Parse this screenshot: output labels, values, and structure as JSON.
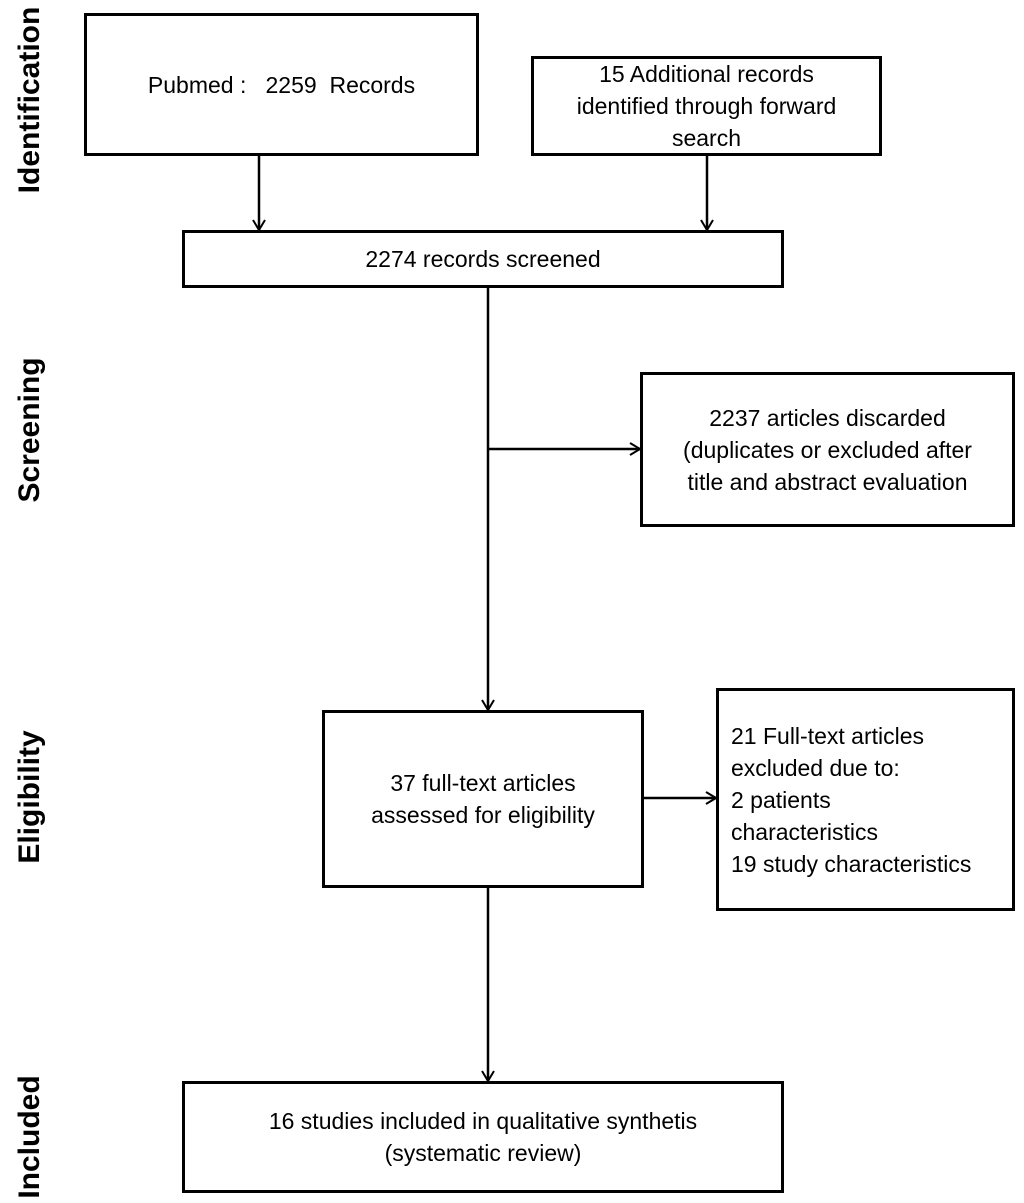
{
  "stages": {
    "identification": "Identification",
    "screening": "Screening",
    "eligibility": "Eligibility",
    "included": "Included"
  },
  "boxes": {
    "pubmed": {
      "text": "Pubmed :   2259  Records"
    },
    "additional": {
      "lines": [
        "15 Additional records",
        "identified through forward",
        "search"
      ]
    },
    "screened": {
      "text": "2274 records screened"
    },
    "discarded": {
      "lines": [
        "2237 articles discarded",
        "(duplicates or excluded after",
        "title and abstract evaluation"
      ]
    },
    "fulltext": {
      "lines": [
        "37 full-text articles",
        "assessed for eligibility"
      ]
    },
    "excluded": {
      "lines": [
        "21 Full-text articles",
        "excluded due to:",
        "2 patients",
        "characteristics",
        "19 study characteristics"
      ]
    },
    "included": {
      "lines": [
        "16 studies included in qualitative synthetis",
        "(systematic review)"
      ]
    }
  }
}
